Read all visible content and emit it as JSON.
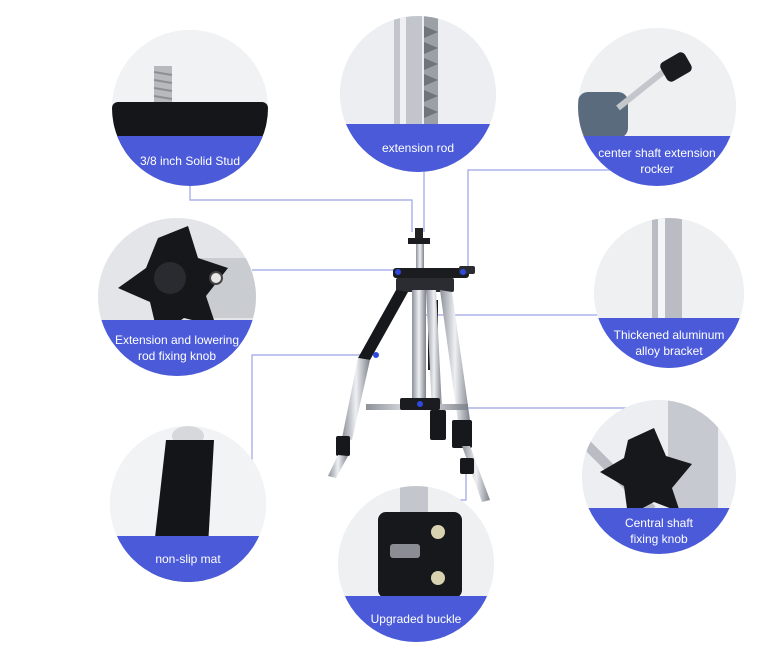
{
  "callouts": {
    "stud": "3/8 inch Solid Stud",
    "rod": "extension rod",
    "rocker": "center shaft extension\nrocker",
    "knob_fix": "Extension and lowering\nrod fixing knob",
    "bracket": "Thickened aluminum\nalloy bracket",
    "mat": "non-slip mat",
    "central_knob": "Central shaft\nfixing knob",
    "buckle": "Upgraded buckle"
  },
  "colors": {
    "band": "#4a5ad8",
    "connector": "#9aa4e6",
    "circle_bg": "#e9eaee",
    "metal": "#c9ccd3",
    "black_part": "#16171b",
    "accent_blue": "#2f49e0"
  }
}
